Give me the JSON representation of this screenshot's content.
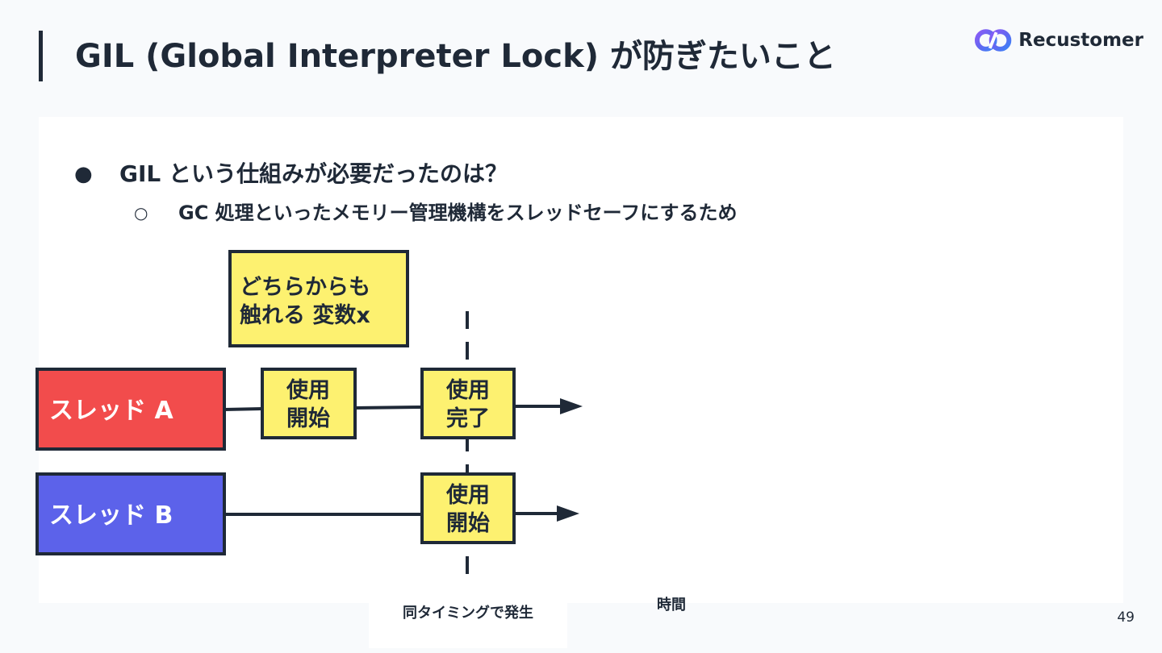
{
  "slide": {
    "title": "GIL (Global Interpreter Lock) が防ぎたいこと",
    "logo_text": "Recustomer",
    "page_number": "49"
  },
  "bullets": [
    {
      "marker": "●",
      "text": "GIL という仕組みが必要だったのは？"
    },
    {
      "marker": "○",
      "text": "GC 処理といったメモリー管理機構をスレッドセーフにするため"
    }
  ],
  "diagram": {
    "shared_variable": {
      "line1": "どちらからも",
      "line2": "触れる 変数x"
    },
    "threads": [
      {
        "label": "スレッド A",
        "color": "#f24c4c"
      },
      {
        "label": "スレッド B",
        "color": "#5c62ea"
      }
    ],
    "events": {
      "a_start": {
        "line1": "使用",
        "line2": "開始"
      },
      "a_end": {
        "line1": "使用",
        "line2": "完了"
      },
      "b_start": {
        "line1": "使用",
        "line2": "開始"
      }
    },
    "timing_note": "同タイミングで発生",
    "axis_label": "時間",
    "note_color": "#fdf170",
    "border_color": "#1f2937"
  }
}
